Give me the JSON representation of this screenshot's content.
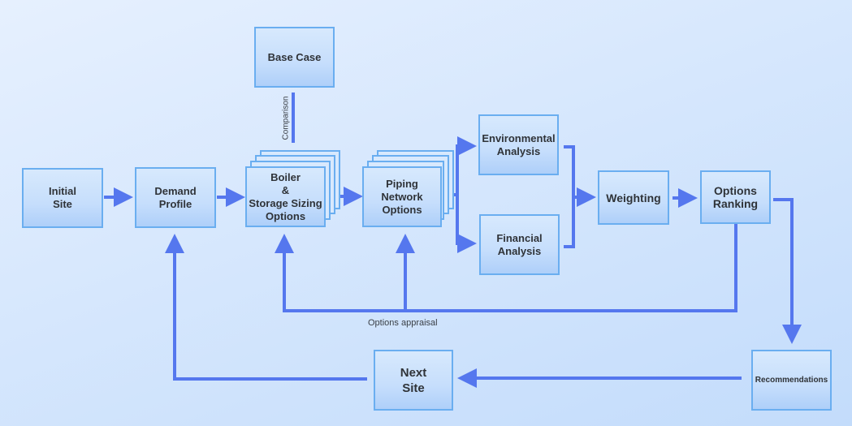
{
  "diagram": {
    "nodes": {
      "initial_site": "Initial\nSite",
      "demand_profile": "Demand\nProfile",
      "base_case": "Base Case",
      "boiler_storage": "Boiler\n&\nStorage Sizing\nOptions",
      "piping_network": "Piping\nNetwork\nOptions",
      "environmental": "Environmental\nAnalysis",
      "financial": "Financial\nAnalysis",
      "weighting": "Weighting",
      "options_ranking": "Options\nRanking",
      "recommendations": "Recommendations",
      "next_site": "Next\nSite"
    },
    "edge_labels": {
      "comparison": "Comparison",
      "options_appraisal": "Options appraisal"
    },
    "colors": {
      "edge": "#5577ee",
      "box_border": "#6aaef0"
    }
  }
}
